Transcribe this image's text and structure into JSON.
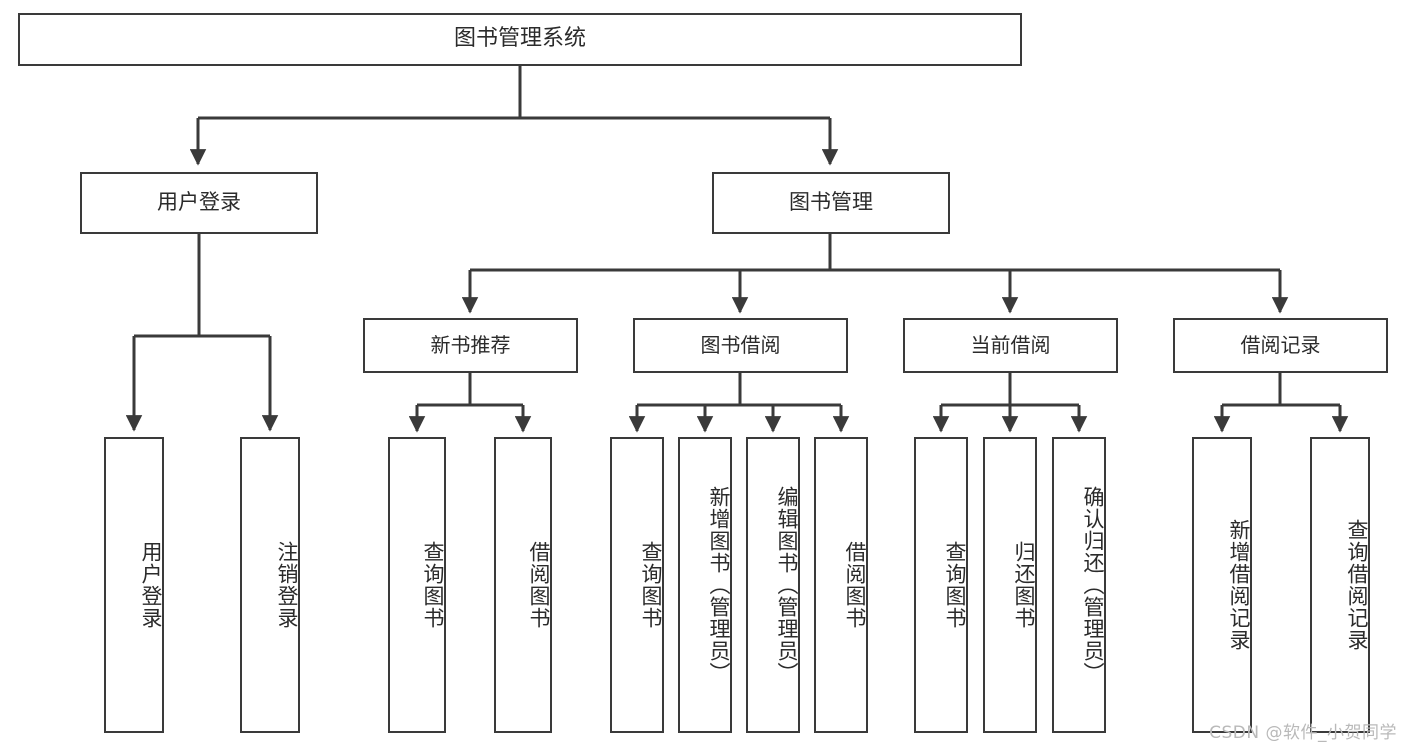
{
  "diagram": {
    "title": "图书管理系统",
    "type": "tree-hierarchy-diagram",
    "colors": {
      "box_border": "#3a3a3a",
      "box_fill": "#ffffff",
      "edge": "#3a3a3a",
      "text": "#2b2b2b",
      "watermark": "#b9b9b9",
      "background": "#ffffff"
    },
    "root": {
      "label": "图书管理系统"
    },
    "level1": [
      {
        "id": "user-login",
        "label": "用户登录"
      },
      {
        "id": "book-manage",
        "label": "图书管理"
      }
    ],
    "level2": [
      {
        "id": "new-book-recommend",
        "label": "新书推荐",
        "parent": "book-manage"
      },
      {
        "id": "book-borrow",
        "label": "图书借阅",
        "parent": "book-manage"
      },
      {
        "id": "current-borrow",
        "label": "当前借阅",
        "parent": "book-manage"
      },
      {
        "id": "borrow-record",
        "label": "借阅记录",
        "parent": "book-manage"
      }
    ],
    "leaves": [
      {
        "id": "leaf-user-login",
        "label": "用户登录",
        "parent": "user-login"
      },
      {
        "id": "leaf-logout-login",
        "label": "注销登录",
        "parent": "user-login"
      },
      {
        "id": "leaf-query-book-1",
        "label": "查询图书",
        "parent": "new-book-recommend"
      },
      {
        "id": "leaf-borrow-book-1",
        "label": "借阅图书",
        "parent": "new-book-recommend"
      },
      {
        "id": "leaf-query-book-2",
        "label": "查询图书",
        "parent": "book-borrow"
      },
      {
        "id": "leaf-add-book",
        "label": "新增图书（管理员）",
        "parent": "book-borrow"
      },
      {
        "id": "leaf-edit-book",
        "label": "编辑图书（管理员）",
        "parent": "book-borrow"
      },
      {
        "id": "leaf-borrow-book-2",
        "label": "借阅图书",
        "parent": "book-borrow"
      },
      {
        "id": "leaf-query-book-3",
        "label": "查询图书",
        "parent": "current-borrow"
      },
      {
        "id": "leaf-return-book",
        "label": "归还图书",
        "parent": "current-borrow"
      },
      {
        "id": "leaf-confirm-return",
        "label": "确认归还（管理员）",
        "parent": "current-borrow"
      },
      {
        "id": "leaf-add-record",
        "label": "新增借阅记录",
        "parent": "borrow-record"
      },
      {
        "id": "leaf-query-record",
        "label": "查询借阅记录",
        "parent": "borrow-record"
      }
    ],
    "watermark": "CSDN @软件_小贺同学"
  }
}
